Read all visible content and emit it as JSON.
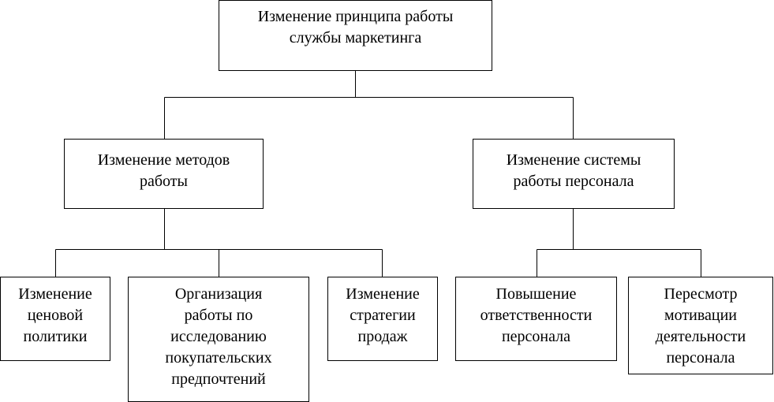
{
  "diagram": {
    "root": "Изменение принципа работы\nслужбы маркетинга",
    "left_branch": "Изменение методов\nработы",
    "right_branch": "Изменение системы\nработы персонала",
    "left_children": [
      "Изменение\nценовой\nполитики",
      "Организация\nработы по\nисследованию\nпокупательских\nпредпочтений",
      "Изменение\nстратегии\nпродаж"
    ],
    "right_children": [
      "Повышение\nответственности\nперсонала",
      "Пересмотр\nмотивации\nдеятельности\nперсонала"
    ]
  },
  "colors": {
    "line": "#000000",
    "background": "#ffffff"
  }
}
